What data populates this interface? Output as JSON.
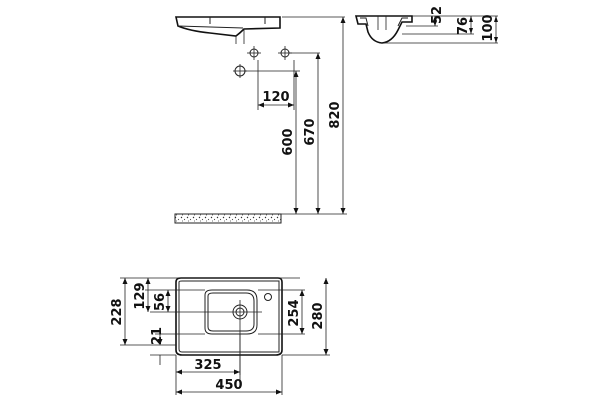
{
  "diagram": {
    "side_view": {
      "dims": {
        "tap_spacing": "120",
        "outlet_height": "600",
        "supply_height": "670",
        "basin_height": "820"
      }
    },
    "section_view": {
      "dims": {
        "bowl_depth": "52",
        "inner_depth": "76",
        "total_depth": "100"
      }
    },
    "plan_view": {
      "dims": {
        "depth": "228",
        "bowl_offset_top": "129",
        "drain_offset": "56",
        "front_offset": "21",
        "bowl_width_inner": "254",
        "total_depth": "280",
        "bowl_length": "325",
        "total_width": "450"
      }
    }
  }
}
